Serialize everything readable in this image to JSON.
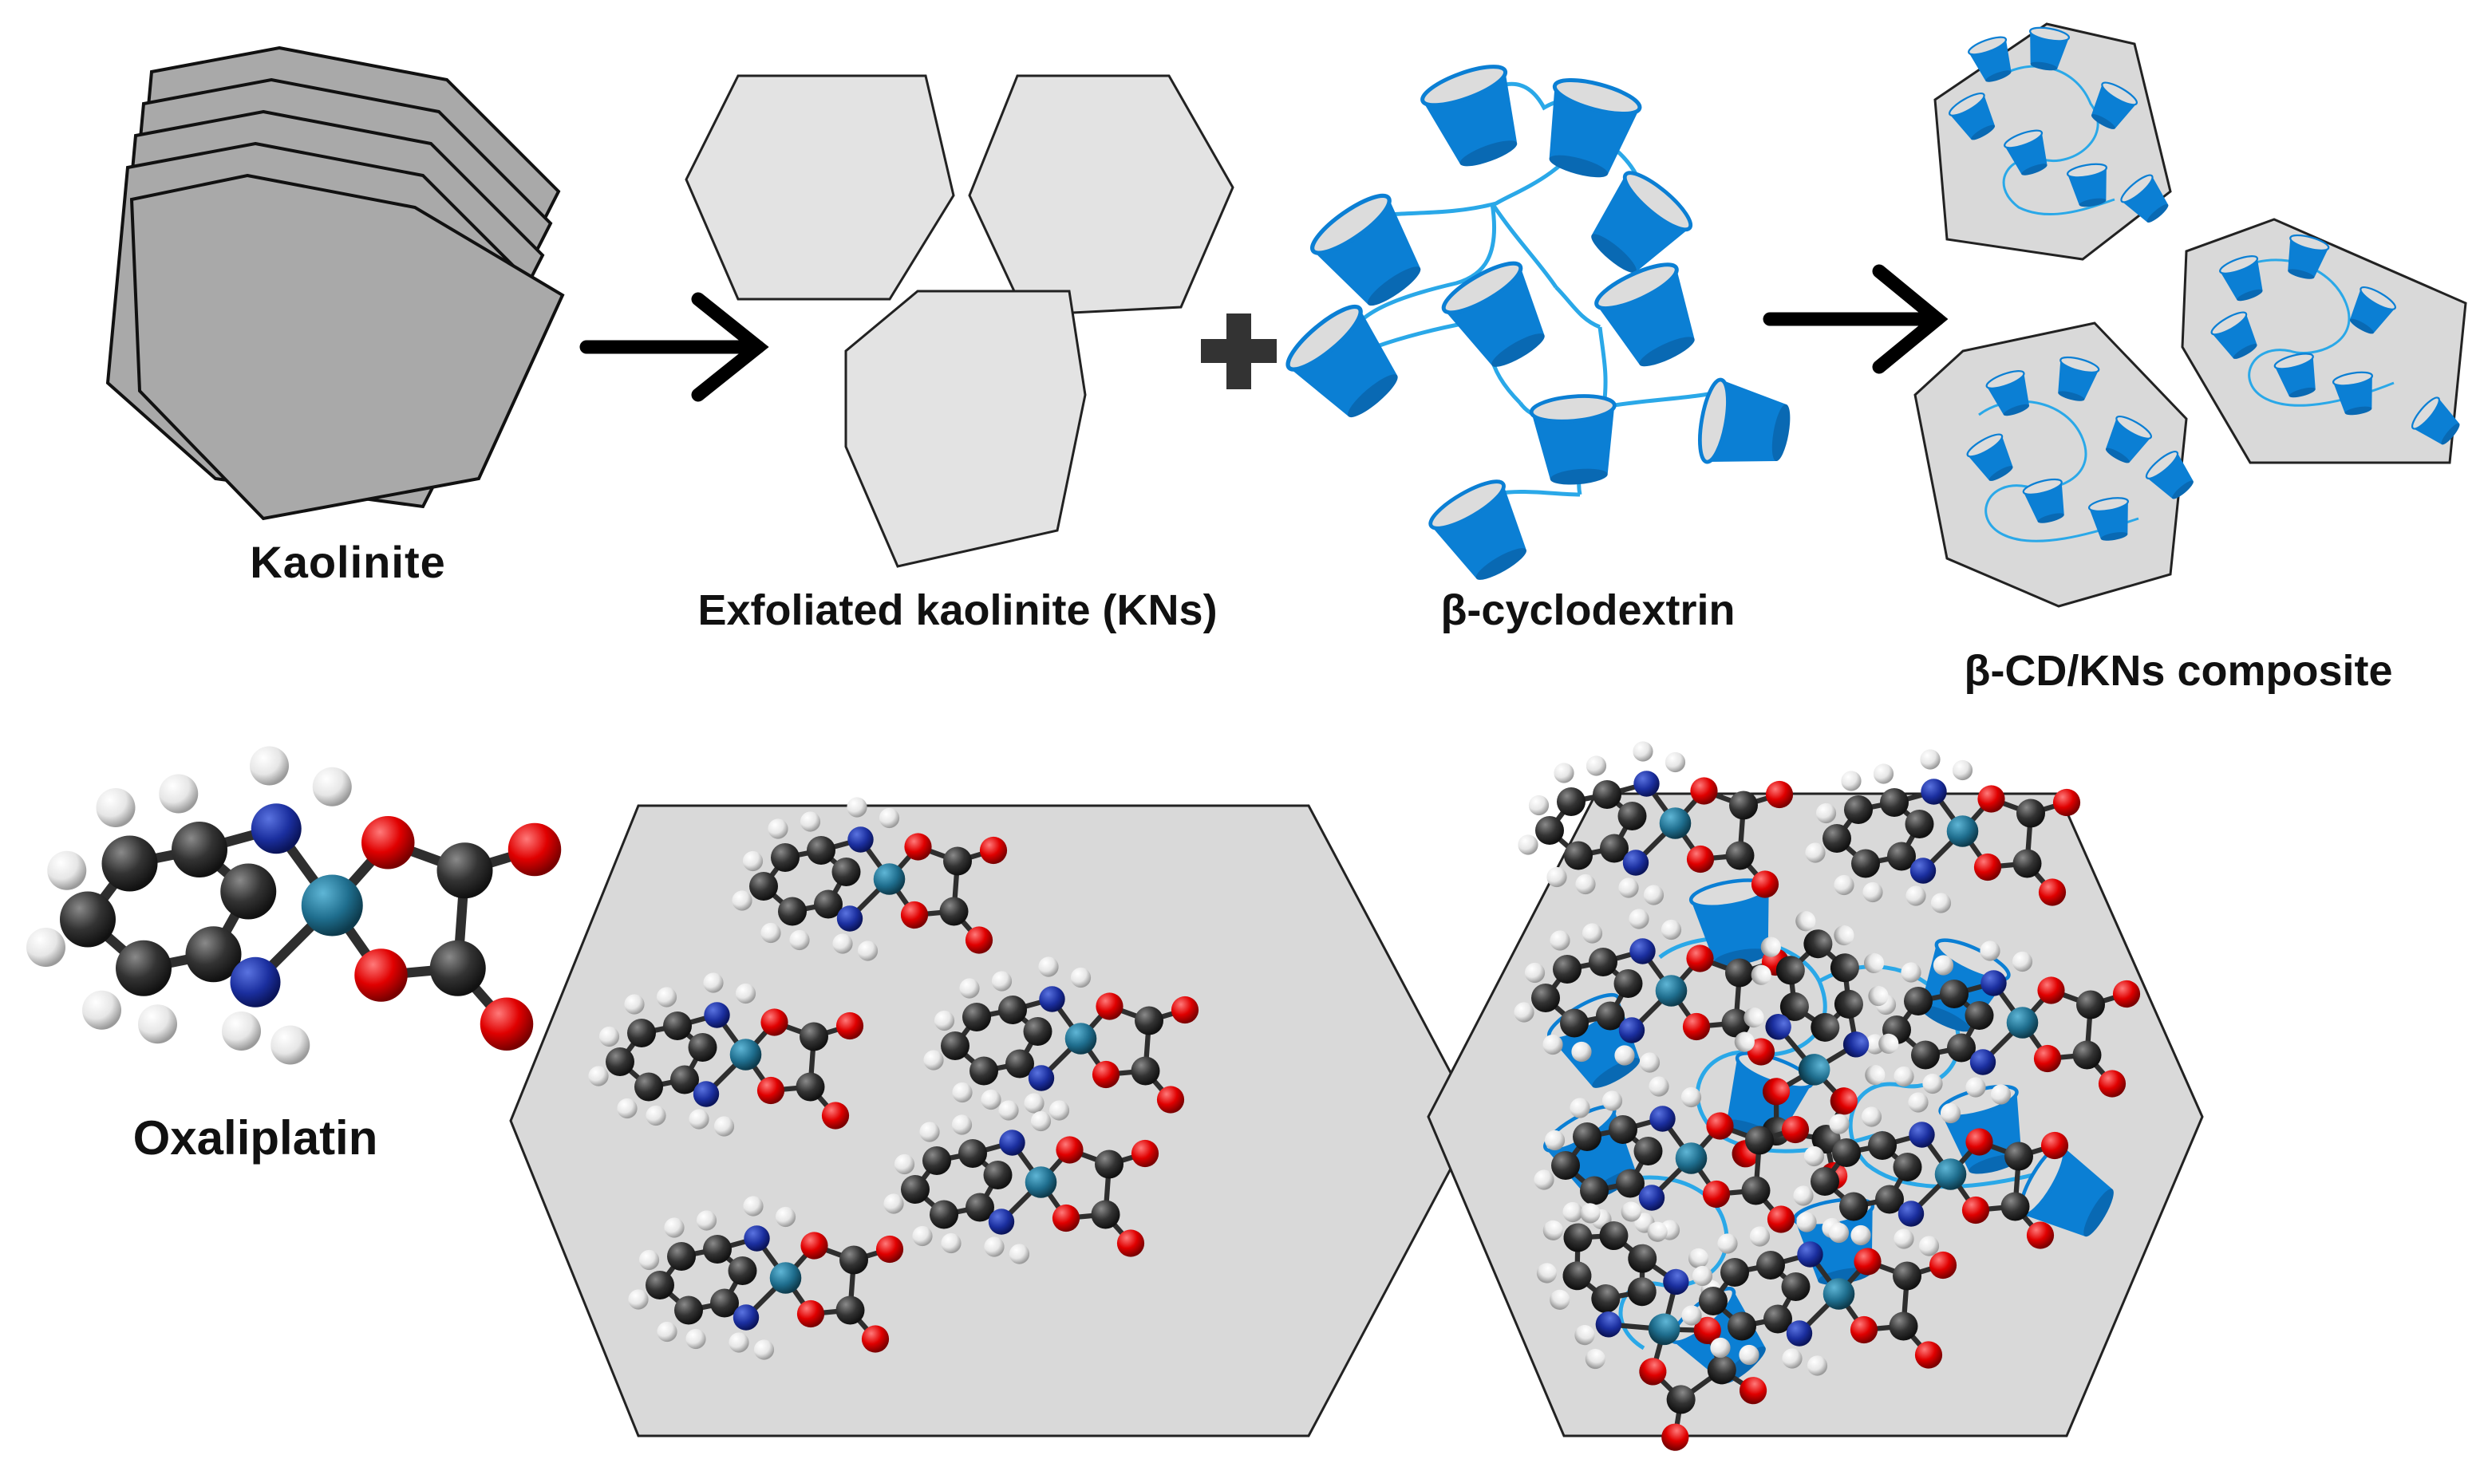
{
  "labels": {
    "kaolinite": "Kaolinite",
    "exfoliated": "Exfoliated kaolinite (KNs)",
    "cyclodextrin": "β-cyclodextrin",
    "composite": "β-CD/KNs composite",
    "oxaliplatin": "Oxaliplatin"
  },
  "colors": {
    "kaolinite_sheet": "#a9a9a9",
    "nanosheet": "#e3e3e3",
    "composite_sheet": "#d9d9d9",
    "cyclodextrin_blue": "#0b7fd4",
    "cyclodextrin_inner": "#dcdcdc",
    "chain_line": "#2aa8e8",
    "carbon": "#2f2f2f",
    "hydrogen": "#f0f0f0",
    "nitrogen": "#1b2f8f",
    "platinum": "#1f6e8e",
    "oxygen": "#e00000",
    "arrow": "#000000"
  },
  "icons": {
    "arrow": "right-arrow-icon",
    "plus": "plus-icon"
  }
}
